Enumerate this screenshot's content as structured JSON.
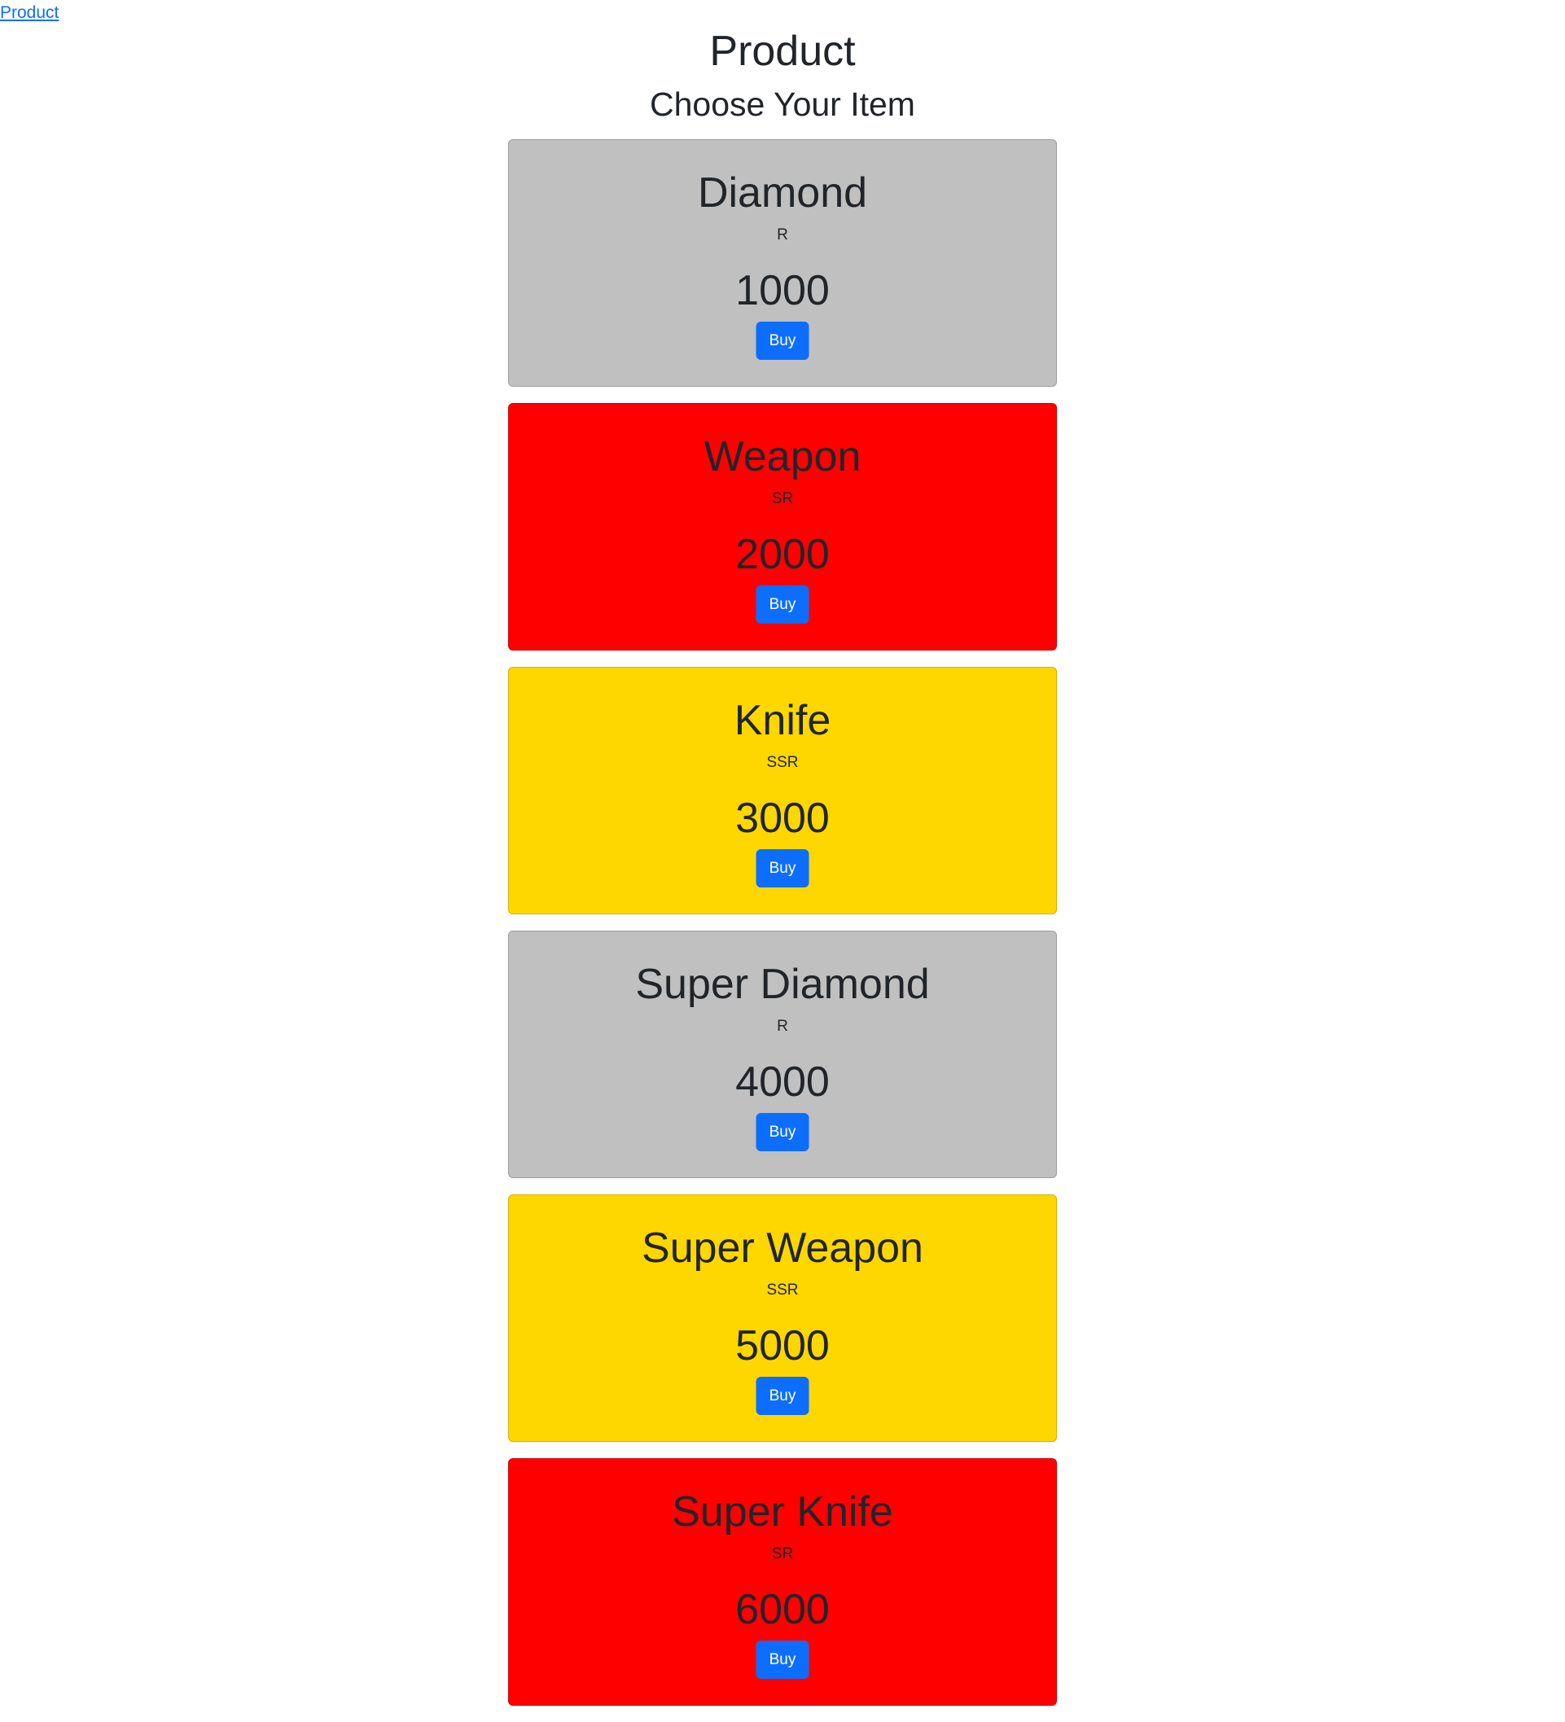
{
  "nav": {
    "product_link": "Product"
  },
  "header": {
    "title": "Product",
    "subtitle": "Choose Your Item"
  },
  "colors": {
    "R": "#c0c0c0",
    "SR": "#ff0000",
    "SSR": "#ffd700",
    "button": "#0d6efd"
  },
  "items": [
    {
      "name": "Diamond",
      "rarity": "R",
      "price": "1000",
      "buy_label": "Buy"
    },
    {
      "name": "Weapon",
      "rarity": "SR",
      "price": "2000",
      "buy_label": "Buy"
    },
    {
      "name": "Knife",
      "rarity": "SSR",
      "price": "3000",
      "buy_label": "Buy"
    },
    {
      "name": "Super Diamond",
      "rarity": "R",
      "price": "4000",
      "buy_label": "Buy"
    },
    {
      "name": "Super Weapon",
      "rarity": "SSR",
      "price": "5000",
      "buy_label": "Buy"
    },
    {
      "name": "Super Knife",
      "rarity": "SR",
      "price": "6000",
      "buy_label": "Buy"
    }
  ]
}
